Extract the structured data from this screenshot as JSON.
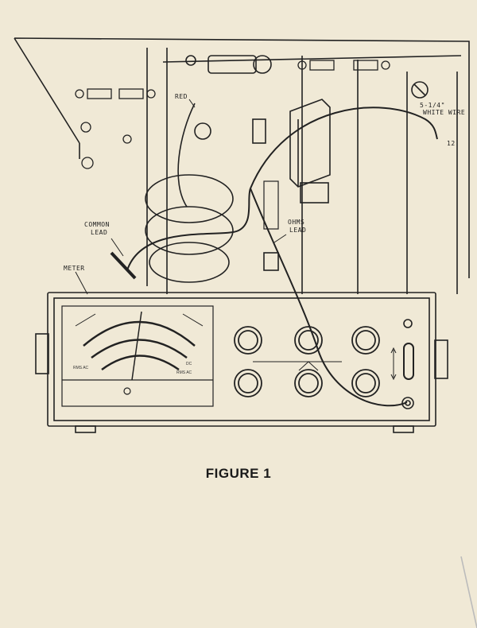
{
  "figure": {
    "caption": "FIGURE 1",
    "labels": {
      "red": "RED",
      "white_wire_length": "5-1/4\"",
      "white_wire": "WHITE WIRE",
      "terminal_number": "12",
      "common_lead_1": "COMMON",
      "common_lead_2": "LEAD",
      "ohms_lead_1": "OHMS",
      "ohms_lead_2": "LEAD",
      "meter": "METER"
    },
    "meter_scale": {
      "rms_ac_left": "RMS AC",
      "rms_ac_right": "RMS AC",
      "dc": "DC"
    }
  }
}
